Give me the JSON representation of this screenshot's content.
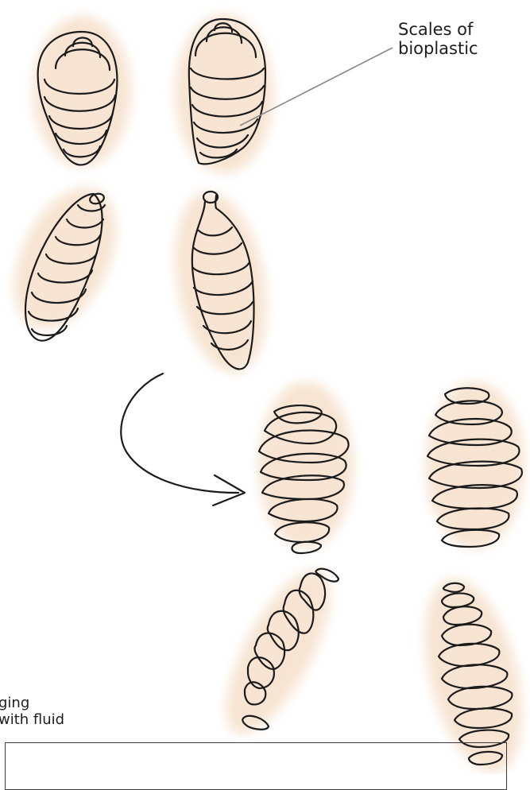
{
  "labels": {
    "scales": "Scales of\nbioplastic",
    "hanging": "ging\nwith fluid"
  },
  "colors": {
    "ink": "#1b1b1b",
    "wash": "#f1cfae",
    "leader": "#8a8a8a"
  },
  "figures": [
    {
      "id": "whole-upright-round",
      "state": "intact"
    },
    {
      "id": "whole-upright-tall",
      "state": "intact"
    },
    {
      "id": "whole-tilted-left",
      "state": "intact"
    },
    {
      "id": "whole-tilted-right-neck",
      "state": "intact"
    },
    {
      "id": "separated-upright-round",
      "state": "scales-separated"
    },
    {
      "id": "separated-upright-tall",
      "state": "scales-separated"
    },
    {
      "id": "separated-tilted-left",
      "state": "scales-separated"
    },
    {
      "id": "separated-tilted-right",
      "state": "scales-separated"
    }
  ]
}
